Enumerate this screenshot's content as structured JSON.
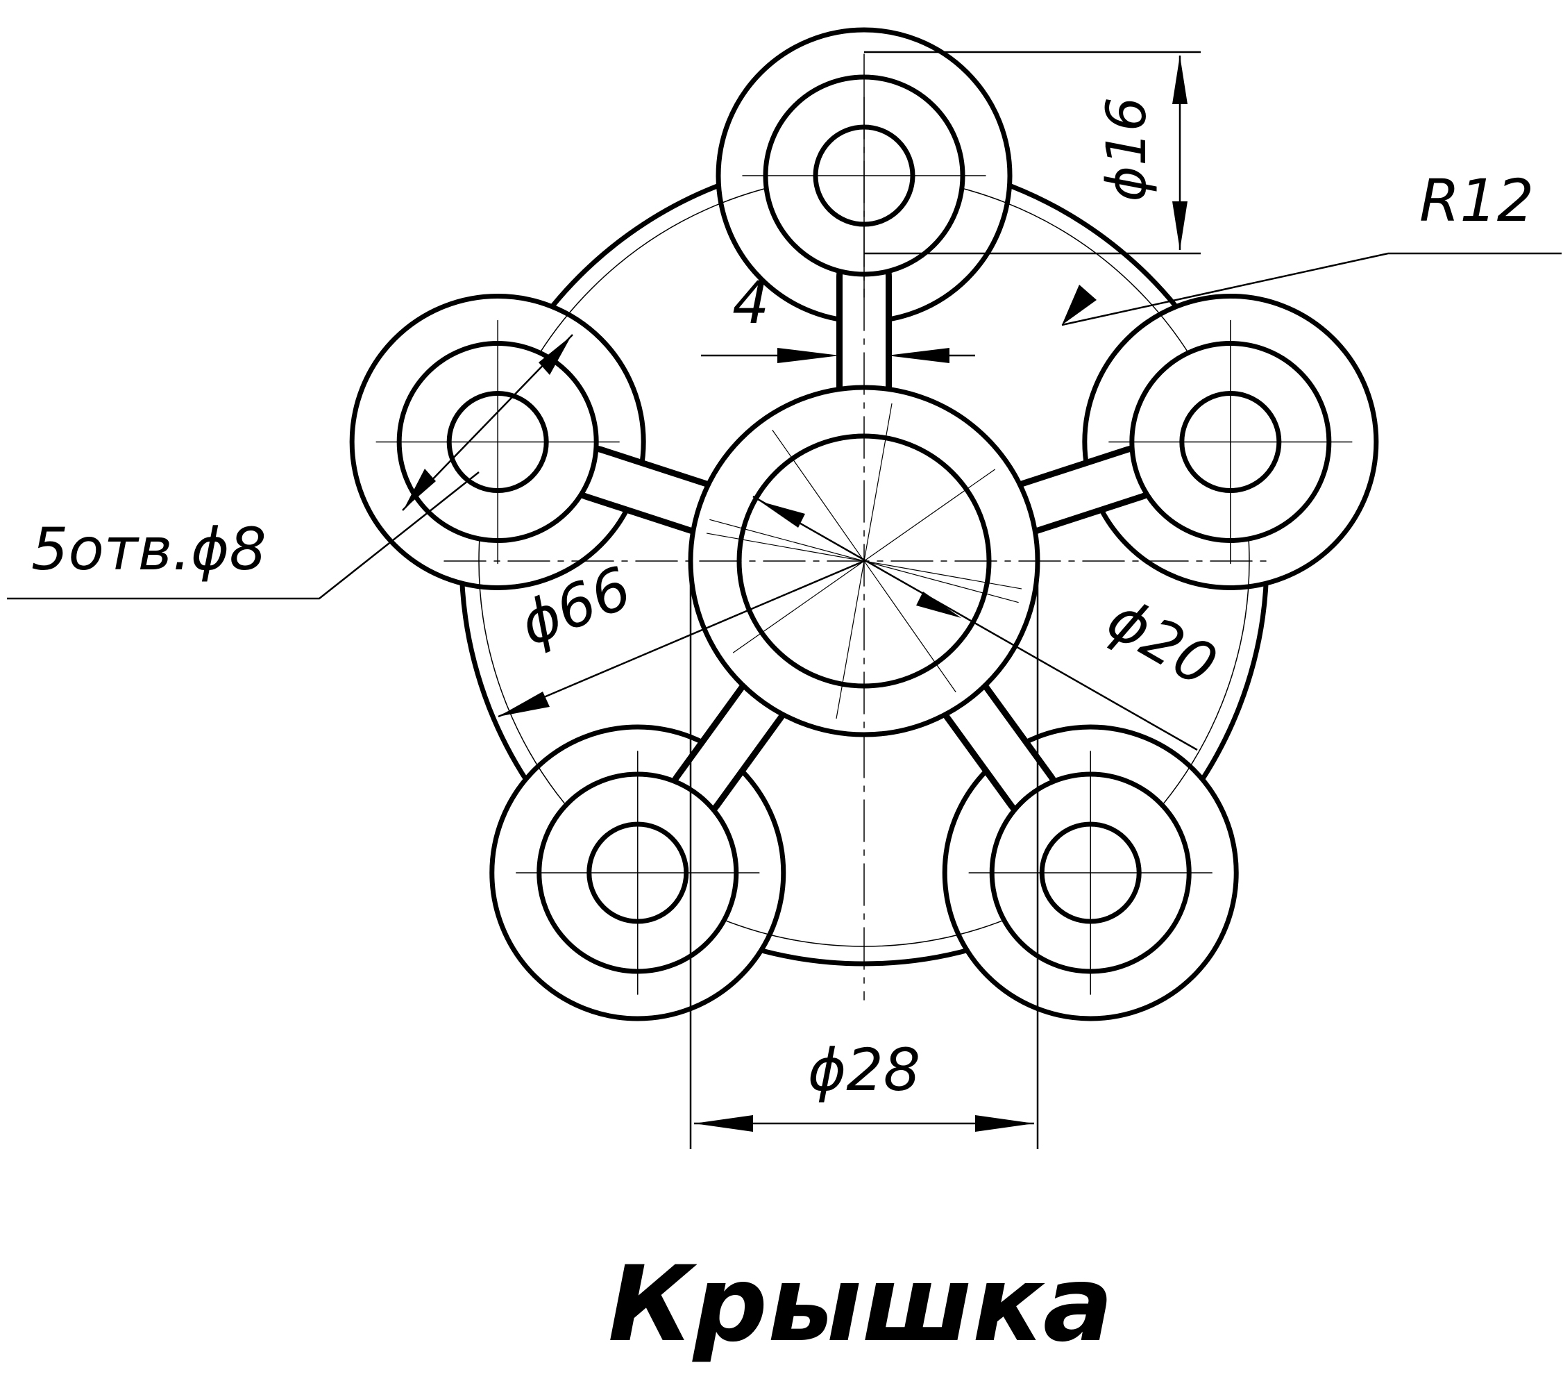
{
  "title": "Крышка",
  "dimensions": {
    "boss_diameter": "ϕ16",
    "lug_radius": "R12",
    "rib_width": "4",
    "holes_callout": "5отв.ϕ8",
    "bolt_circle_diameter": "ϕ66",
    "bore_diameter": "ϕ20",
    "hub_diameter": "ϕ28"
  },
  "colors": {
    "line": "#000000",
    "background": "#ffffff"
  }
}
